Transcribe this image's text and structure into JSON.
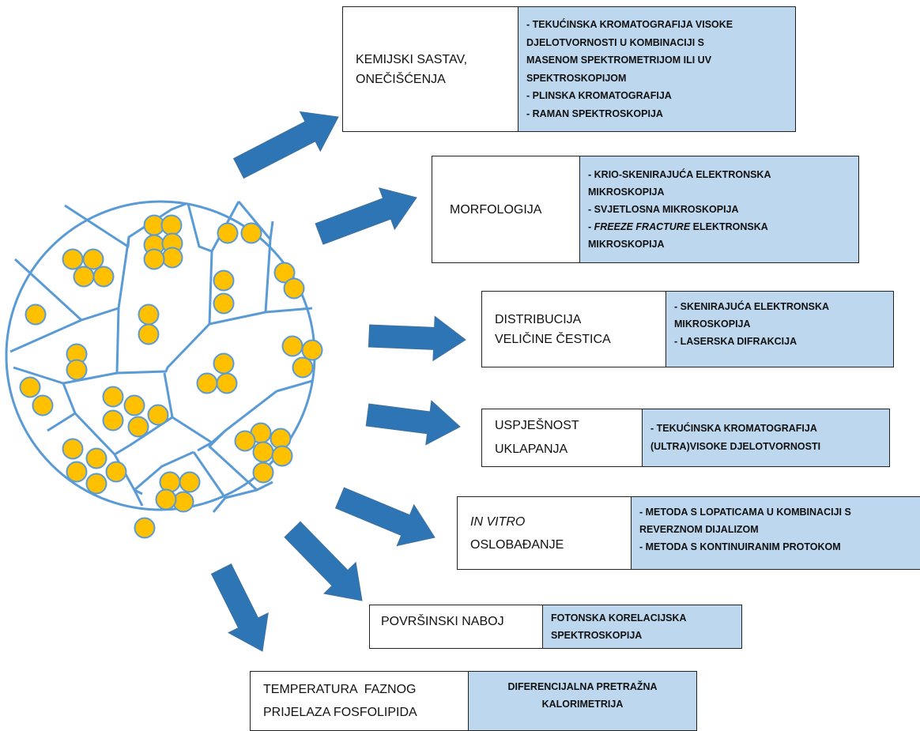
{
  "colors": {
    "circle_stroke": "#5b9bd5",
    "arrow_fill": "#2e75b6",
    "particle_fill": "#ffc000",
    "particle_stroke": "#5b9bd5",
    "method_fill": "#bdd7ee"
  },
  "rows": [
    {
      "id": "chem",
      "label": [
        "KEMIJSKI SASTAV,",
        "ONEČIŠĆENJA"
      ],
      "methods": [
        "- TEKUĆINSKA KROMATOGRAFIJA VISOKE",
        "DJELOTVORNOSTI U KOMBINACIJI S",
        "MASENOM SPEKTROMETRIJOM ILI UV",
        "SPEKTROSKOPIJOM",
        "- PLINSKA KROMATOGRAFIJA",
        "- RAMAN SPEKTROSKOPIJA"
      ]
    },
    {
      "id": "morph",
      "label": [
        "MORFOLOGIJA"
      ],
      "methods": [
        "- KRIO-SKENIRAJUĆA ELEKTRONSKA",
        "MIKROSKOPIJA",
        "- SVJETLOSNA MIKROSKOPIJA",
        "- FREEZE FRACTURE ELEKTRONSKA",
        "MIKROSKOPIJA"
      ],
      "italic_term": "FREEZE FRACTURE"
    },
    {
      "id": "dist",
      "label": [
        "DISTRIBUCIJA",
        "VELIČINE ČESTICA"
      ],
      "methods": [
        "- SKENIRAJUĆA ELEKTRONSKA",
        "MIKROSKOPIJA",
        "- LASERSKA DIFRAKCIJA"
      ]
    },
    {
      "id": "encap",
      "label": [
        "USPJEŠNOST",
        "UKLAPANJA"
      ],
      "methods": [
        "- TEKUĆINSKA KROMATOGRAFIJA",
        "(ULTRA)VISOKE DJELOTVORNOSTI"
      ]
    },
    {
      "id": "release",
      "label": [
        "IN VITRO",
        "OSLOBAĐANJE"
      ],
      "italic_label_line": 0,
      "methods": [
        "- METODA S LOPATICAMA U KOMBINACIJI S",
        "REVERZNOM DIJALIZOM",
        "- METODA S KONTINUIRANIM PROTOKOM"
      ]
    },
    {
      "id": "charge",
      "label": [
        "POVRŠINSKI NABOJ"
      ],
      "methods": [
        "FOTONSKA KORELACIJSKA",
        "SPEKTROSKOPIJA"
      ]
    },
    {
      "id": "temp",
      "label": [
        "TEMPERATURA  FAZNOG",
        "PRIJELAZA FOSFOLIPIDA"
      ],
      "methods": [
        "DIFERENCIJALNA PRETRAŽNA",
        "KALORIMETRIJA"
      ],
      "methods_centered": true
    }
  ]
}
